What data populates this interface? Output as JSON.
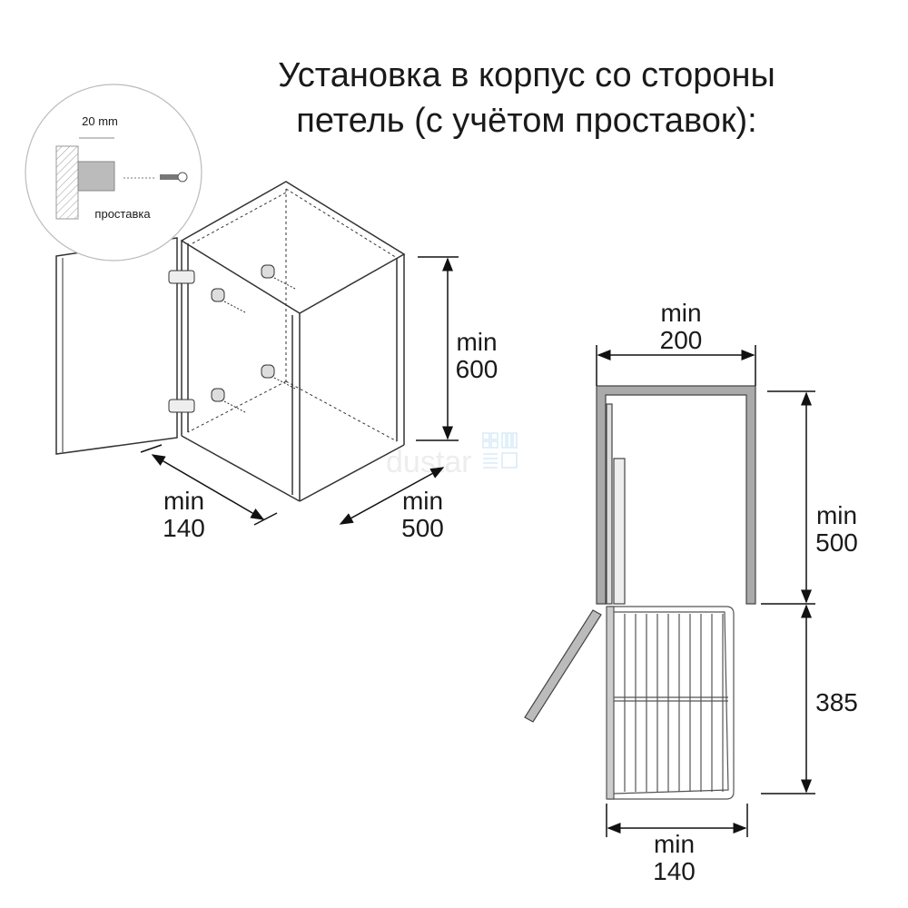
{
  "title": {
    "line1": "Установка в корпус со стороны",
    "line2": "петель (с учётом проставок):"
  },
  "inset": {
    "width_label": "20 mm",
    "spacer_label": "проставка"
  },
  "left_view": {
    "height": {
      "line1": "min",
      "line2": "600"
    },
    "width": {
      "line1": "min",
      "line2": "140"
    },
    "depth": {
      "line1": "min",
      "line2": "500"
    }
  },
  "right_view": {
    "top_width": {
      "line1": "min",
      "line2": "200"
    },
    "depth": {
      "line1": "min",
      "line2": "500"
    },
    "extension": {
      "line1": "385"
    },
    "bottom_width": {
      "line1": "min",
      "line2": "140"
    }
  },
  "watermark": "dustar"
}
